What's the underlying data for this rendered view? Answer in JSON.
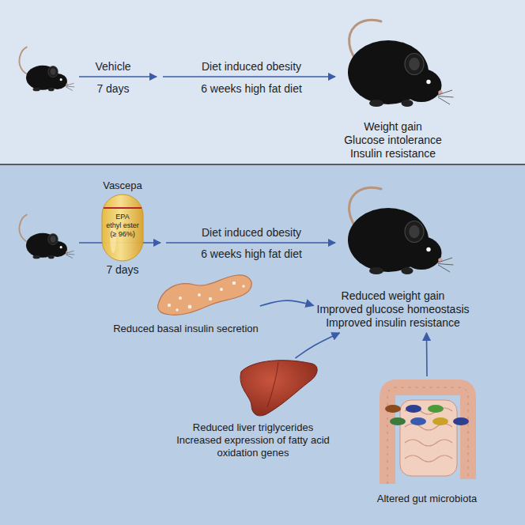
{
  "diagram": {
    "nodes": [
      {
        "text": [
          "Weight gain",
          "Glucose intolerance",
          "Insulin resistance"
        ]
      },
      {
        "text": [
          "Vascepa",
          "EPA",
          "ethyl ester (≥ 96%)"
        ]
      },
      {
        "text": [
          "Reduced weight gain",
          "Improved glucose homeostasis",
          "Improved insulin resistance"
        ]
      },
      {
        "text": [
          "Reduced basal insulin secretion"
        ]
      },
      {
        "text": [
          "Reduced liver triglycerides",
          "Increased expression of fatty acid oxidation genes"
        ]
      },
      {
        "text": [
          "Altered gut microbiota"
        ]
      }
    ],
    "edges": [
      {
        "from": 3,
        "to": 2,
        "arrow": "to"
      },
      {
        "from": 4,
        "to": 2,
        "arrow": "to"
      },
      {
        "from": 5,
        "to": 2,
        "arrow": "to"
      }
    ],
    "labels": [
      "Vehicle",
      "7 days",
      "Diet induced obesity",
      "6 weeks high fat diet",
      "7 days",
      "Diet induced obesity",
      "6 weeks high fat diet"
    ]
  }
}
